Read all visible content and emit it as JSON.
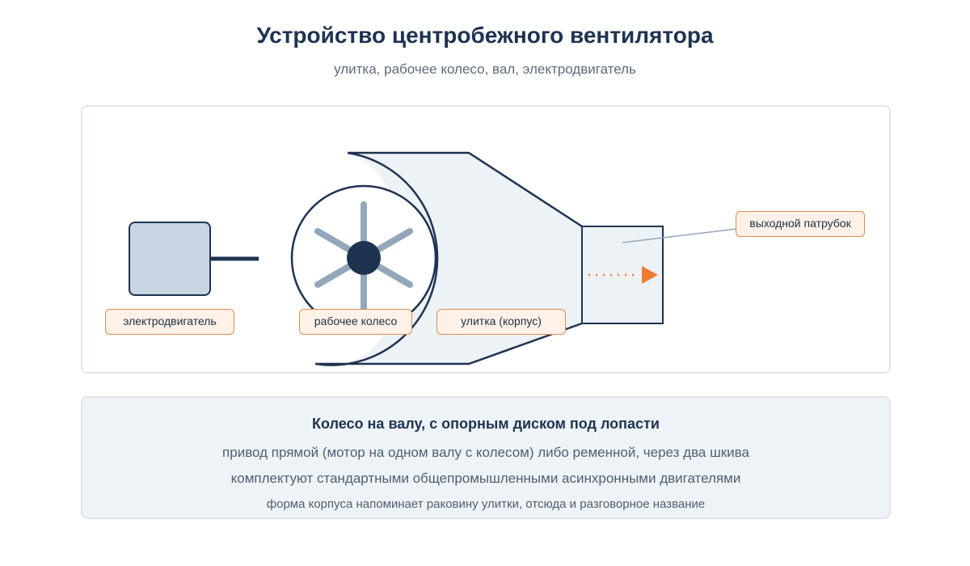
{
  "header": {
    "title": "Устройство центробежного вентилятора",
    "subtitle": "улитка, рабочее колесо, вал, электродвигатель"
  },
  "diagram": {
    "labels": {
      "motor": "электродвигатель",
      "impeller": "рабочее колесо",
      "housing": "улитка (корпус)",
      "outlet": "выходной патрубок"
    },
    "colors": {
      "stroke": "#1e3350",
      "housing_fill": "#edf2f7",
      "motor_fill": "#c8d5e2",
      "blades": "#93a7bb",
      "hub": "#1e3350",
      "flow_arrow": "#ee7b30",
      "callout_border": "#e08a4f",
      "callout_fill": "#fdf1e8"
    }
  },
  "info": {
    "heading": "Колесо на валу, с опорным диском под лопасти",
    "lines": [
      "привод прямой (мотор на одном валу с колесом) либо ременной, через два шкива",
      "комплектуют стандартными общепромышленными асинхронными двигателями",
      "форма корпуса напоминает раковину улитки, отсюда и разговорное название"
    ]
  }
}
